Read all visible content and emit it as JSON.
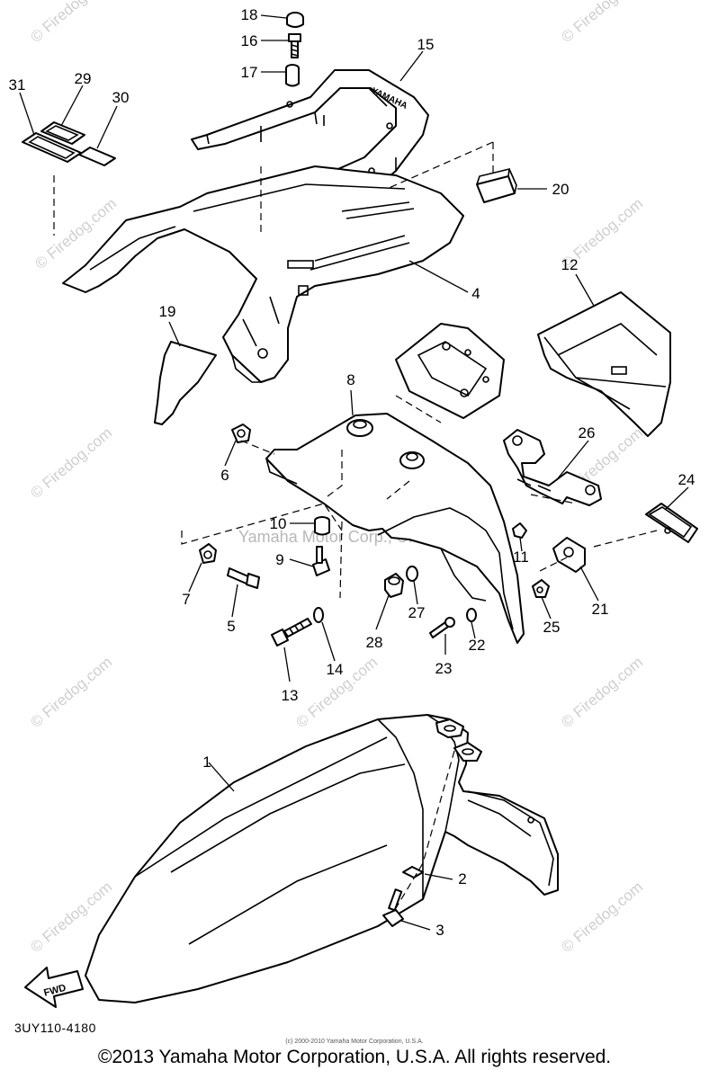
{
  "diagram": {
    "callouts": [
      "1",
      "2",
      "3",
      "4",
      "5",
      "6",
      "7",
      "8",
      "9",
      "10",
      "11",
      "12",
      "13",
      "14",
      "15",
      "16",
      "17",
      "18",
      "19",
      "20",
      "21",
      "22",
      "23",
      "24",
      "25",
      "26",
      "27",
      "28",
      "29",
      "30",
      "31"
    ],
    "direction_label": "FWD",
    "rack_marking": "YAMAHA",
    "watermark_text": "© Firedog.com",
    "center_watermark": "Yamaha Motor Corp., U.S.A."
  },
  "footer": {
    "part_code": "3UY110-4180",
    "fine_print": "(c) 2000-2010 Yamaha Motor Corporation, U.S.A.",
    "copyright": "©2013 Yamaha Motor Corporation, U.S.A. All rights reserved."
  }
}
